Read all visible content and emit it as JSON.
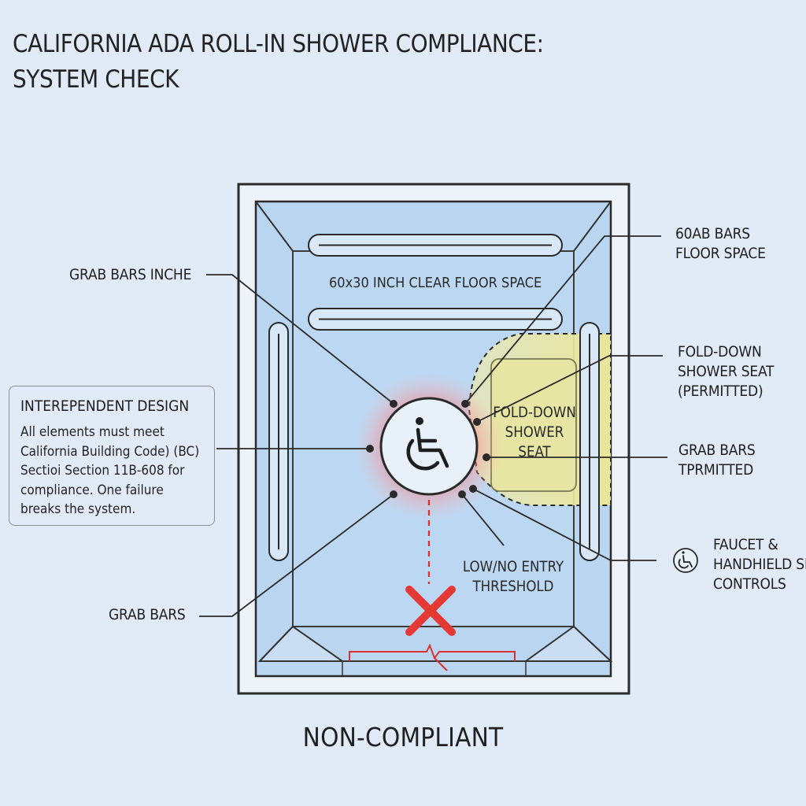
{
  "title": {
    "line1": "CALIFORNIA ADA ROLL-IN SHOWER COMPLIANCE:",
    "line2": "SYSTEM CHECK"
  },
  "shower": {
    "clear_floor_label": "60x30 INCH CLEAR FLOOR SPACE",
    "seat_label": [
      "FOLD-DOWN",
      "SHOWER",
      "SEAT"
    ],
    "threshold_label": [
      "LOW/NO ENTRY",
      "THRESHOLD"
    ]
  },
  "callouts": {
    "left_top": "GRAB BARS INCHE",
    "left_bottom": "GRAB BARS",
    "right_1": [
      "60AB BARS",
      "FLOOR SPACE"
    ],
    "right_2": [
      "FOLD-DOWN",
      "SHOWER SEAT",
      "(PERMITTED)"
    ],
    "right_3": [
      "GRAB BARS",
      "TPRMITTED"
    ],
    "right_4": [
      "FAUCET &",
      "HANDHIELD SI",
      "CONTROLS"
    ]
  },
  "info_box": {
    "title": "INTEREPENDENT DESIGN",
    "lines": [
      "All elements must meet",
      "California Building Code) (BC)",
      "Sectioi Section 11B-608 for",
      "compliance. One failure",
      "breaks the system."
    ]
  },
  "status": "NON-COMPLIANT",
  "icons": {
    "center": "wheelchair-accessibility-icon",
    "callout": "wheelchair-accessibility-icon",
    "fail_mark": "red-x-icon"
  },
  "colors": {
    "background": "#e1ebf8",
    "shower_fill": "#b8d4f0",
    "seat_fill": "#e8e6a6",
    "fail_red": "#e53935",
    "line": "#2a2a2a"
  }
}
